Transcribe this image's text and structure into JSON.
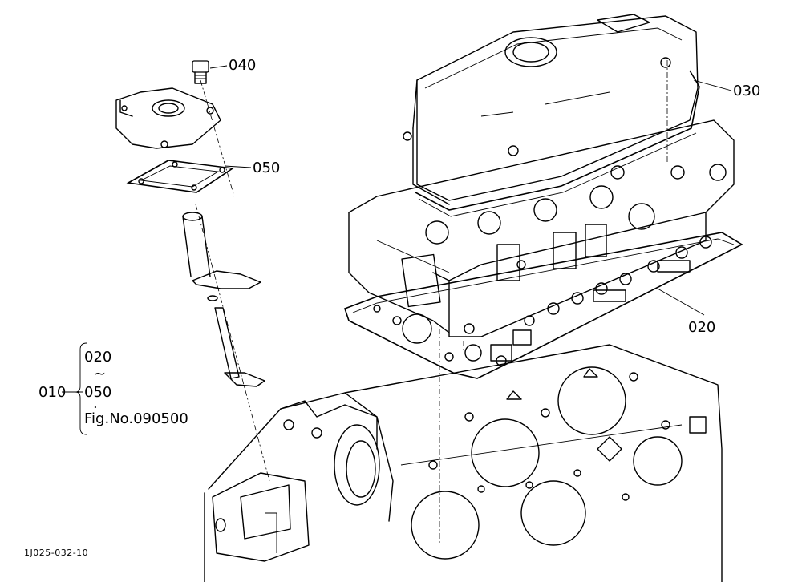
{
  "callouts": {
    "c040": "040",
    "c030": "030",
    "c050": "050",
    "c020": "020"
  },
  "group": {
    "main": "010",
    "range_start": "020",
    "tilde": "~",
    "range_end": "050",
    "dot": "·",
    "figure_ref": "Fig.No.090500"
  },
  "drawing_code": "1J025-032-10"
}
